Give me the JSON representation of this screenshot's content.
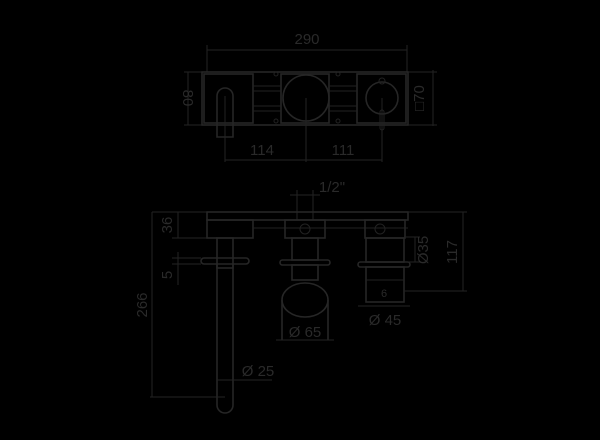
{
  "colors": {
    "background": "#000000",
    "line": "#262626",
    "text": "#2a2a2a"
  },
  "top_view": {
    "dim_overall_width": "290",
    "dim_height": "80",
    "dim_plate": "□70",
    "dim_spout_to_center": "114",
    "dim_center_to_handle": "111"
  },
  "front_view": {
    "dim_thread": "1/2\"",
    "dim_plate_depth": "36",
    "dim_flange": "5",
    "dim_spout_length": "266",
    "dim_handle_dia_small": "Ø35",
    "dim_total_depth": "117",
    "dim_handle_marker": "6",
    "dim_knob_dia": "Ø 65",
    "dim_handle_dia": "Ø 45",
    "dim_spout_dia": "Ø 25"
  }
}
